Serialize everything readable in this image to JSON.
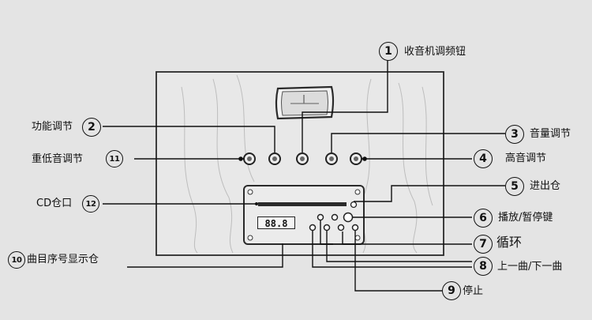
{
  "callouts": [
    {
      "num": "1",
      "label": "收音机调频钮"
    },
    {
      "num": "2",
      "label": "功能调节"
    },
    {
      "num": "3",
      "label": "音量调节"
    },
    {
      "num": "4",
      "label": "高音调节"
    },
    {
      "num": "5",
      "label": "进出仓"
    },
    {
      "num": "6",
      "label": "播放/暂停键"
    },
    {
      "num": "7",
      "label": "循环"
    },
    {
      "num": "8",
      "label": "上一曲/下一曲"
    },
    {
      "num": "9",
      "label": "停止"
    },
    {
      "num": "10",
      "label": "曲目序号显示仓"
    },
    {
      "num": "11",
      "label": "重低音调节"
    },
    {
      "num": "12",
      "label": "CD仓口"
    }
  ],
  "display": {
    "text": "88.8"
  }
}
